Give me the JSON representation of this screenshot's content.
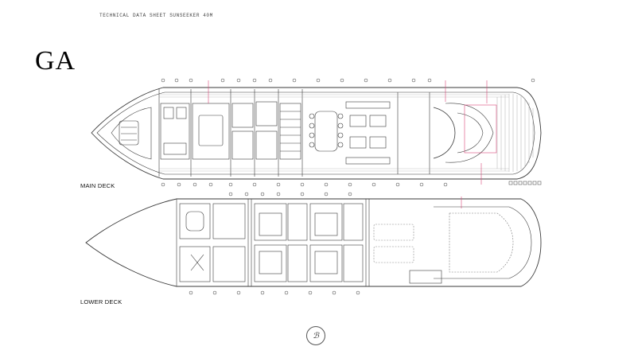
{
  "sheet": {
    "header": "TECHNICAL DATA SHEET SUNSEEKER 40M",
    "section_title": "GA",
    "decks": [
      {
        "label": "MAIN DECK"
      },
      {
        "label": "LOWER DECK"
      }
    ],
    "logo_mark": "ℬ"
  },
  "colors": {
    "line": "#3a3a3a",
    "annotation": "#d9477a",
    "teak": "#9a9a9a"
  }
}
